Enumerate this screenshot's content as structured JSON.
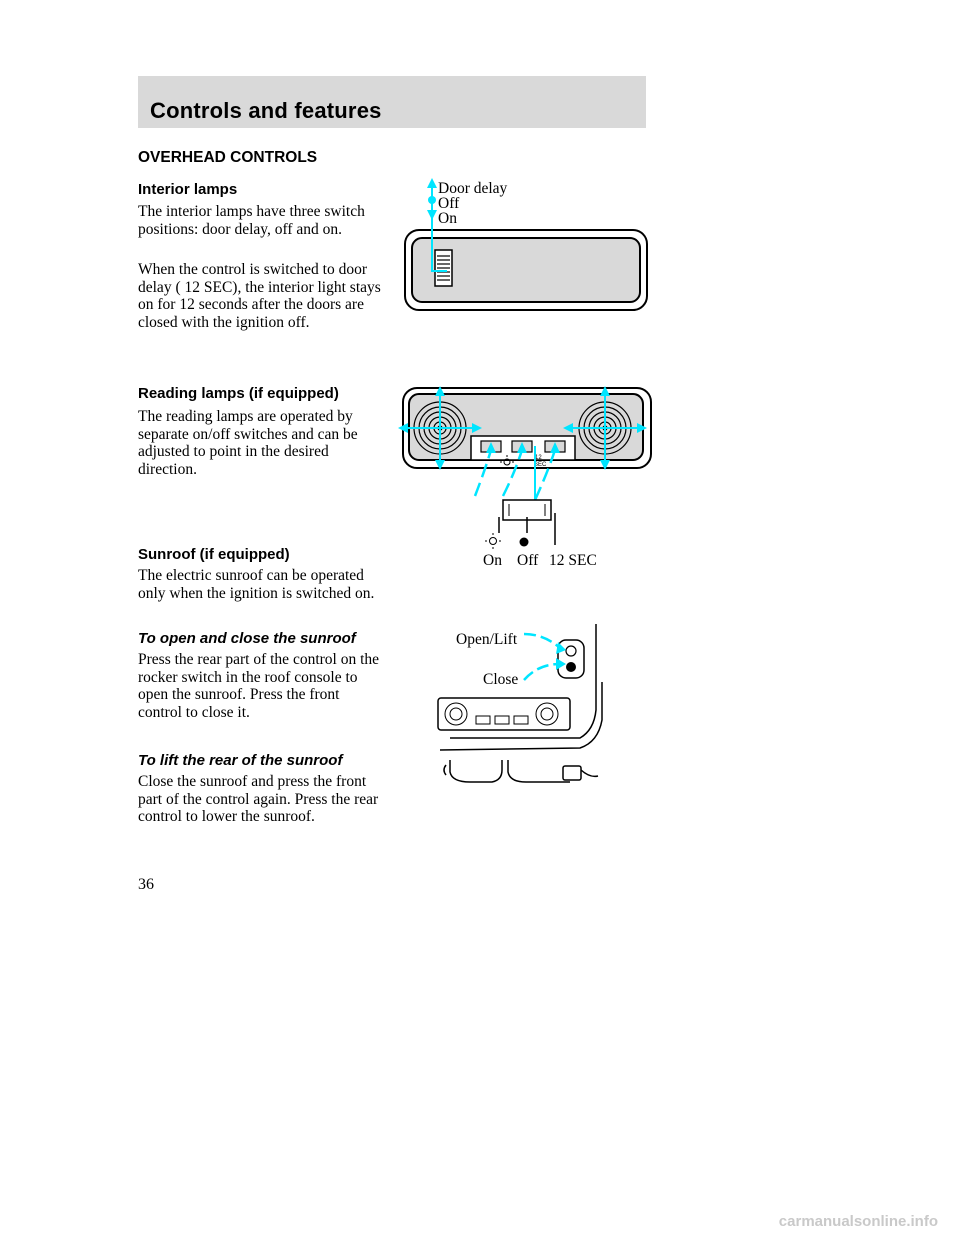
{
  "header": {
    "title": "Controls and features"
  },
  "section": {
    "title": "OVERHEAD CONTROLS"
  },
  "interior": {
    "heading": "Interior lamps",
    "para1": "The interior lamps have three switch positions: door delay, off and on.",
    "para2": "When the control is switched to door delay ( 12 SEC), the interior light stays on for 12 seconds after the doors are closed with the ignition off.",
    "fig_labels": {
      "door_delay": "Door delay",
      "off": "Off",
      "on": "On"
    }
  },
  "reading": {
    "heading": "Reading lamps (if equipped)",
    "para": "The reading lamps are operated by separate on/off switches and can be adjusted to point in the desired direction.",
    "switch_small_label": "12 SEC",
    "fig_labels": {
      "on": "On",
      "off": "Off",
      "sec": "12 SEC"
    }
  },
  "sunroof": {
    "heading": "Sunroof (if equipped)",
    "para": "The electric sunroof can be operated only when the ignition is switched on.",
    "open_heading": "To open and close the sunroof",
    "open_para": "Press the rear part of the control on the rocker switch in the roof console to open the sunroof. Press the front control to close it.",
    "lift_heading": "To lift the rear of the sunroof",
    "lift_para": "Close the sunroof and press the front part of the control again. Press the rear control to lower the sunroof.",
    "fig_labels": {
      "open_lift": "Open/Lift",
      "close": "Close"
    }
  },
  "page_number": "36",
  "watermark": "carmanualsonline.info",
  "colors": {
    "accent": "#00e5ff",
    "header_band": "#d9d9d9",
    "panel_fill": "#d9d9d9"
  }
}
